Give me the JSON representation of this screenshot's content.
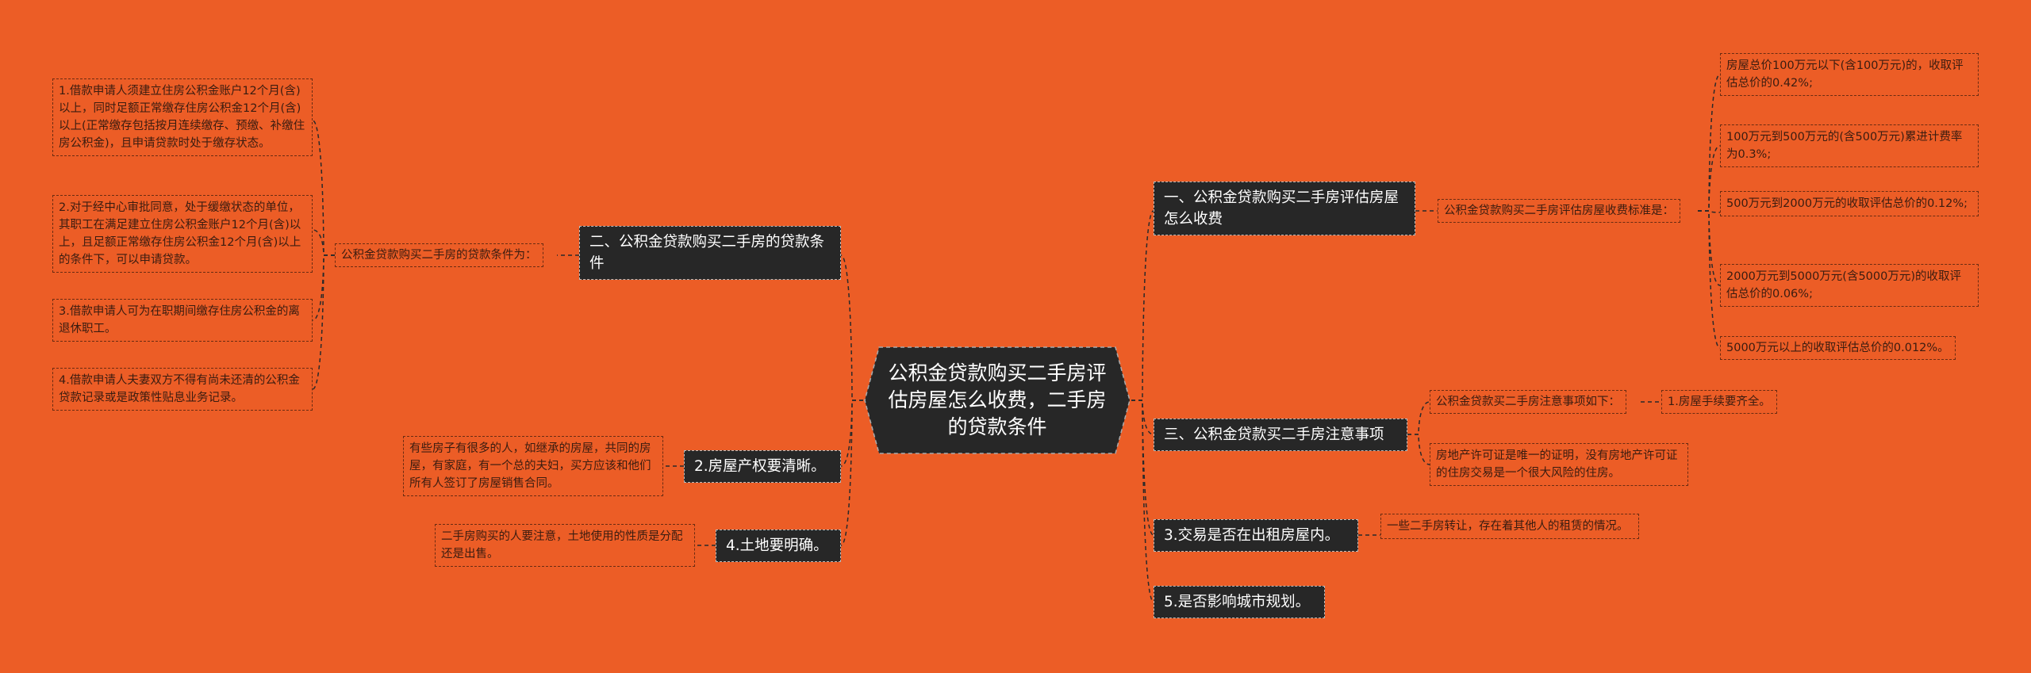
{
  "root": "公积金贷款购买二手房评估房屋怎么收费，二手房的贷款条件",
  "right": {
    "fee": {
      "title": "一、公积金贷款购买二手房评估房屋怎么收费",
      "standard_label": "公积金贷款购买二手房评估房屋收费标准是：",
      "items": [
        "房屋总价100万元以下(含100万元)的，收取评估总价的0.42%;",
        "100万元到500万元的(含500万元)累进计费率为0.3%;",
        "500万元到2000万元的收取评估总价的0.12%;",
        "2000万元到5000万元(含5000万元)的收取评估总价的0.06%;",
        "5000万元以上的收取评估总价的0.012%。"
      ]
    },
    "notice": {
      "title": "三、公积金贷款买二手房注意事项",
      "label": "公积金贷款买二手房注意事项如下：",
      "item1": "1.房屋手续要齐全。",
      "item2": "房地产许可证是唯一的证明，没有房地产许可证的住房交易是一个很大风险的住房。"
    },
    "rental": {
      "title": "3.交易是否在出租房屋内。",
      "detail": "一些二手房转让，存在着其他人的租赁的情况。"
    },
    "planning": {
      "title": "5.是否影响城市规划。"
    }
  },
  "left": {
    "conditions": {
      "title": "二、公积金贷款购买二手房的贷款条件",
      "label": "公积金贷款购买二手房的贷款条件为：",
      "items": [
        "1.借款申请人须建立住房公积金账户12个月(含)以上，同时足额正常缴存住房公积金12个月(含)以上(正常缴存包括按月连续缴存、预缴、补缴住房公积金)，且申请贷款时处于缴存状态。",
        "2.对于经中心审批同意，处于缓缴状态的单位，其职工在满足建立住房公积金账户12个月(含)以上，且足额正常缴存住房公积金12个月(含)以上的条件下，可以申请贷款。",
        "3.借款申请人可为在职期间缴存住房公积金的离退休职工。",
        "4.借款申请人夫妻双方不得有尚未还清的公积金贷款记录或是政策性贴息业务记录。"
      ]
    },
    "title_clear": {
      "title": "2.房屋产权要清晰。",
      "detail": "有些房子有很多的人，如继承的房屋，共同的房屋，有家庭，有一个总的夫妇，买方应该和他们所有人签订了房屋销售合同。"
    },
    "land": {
      "title": "4.土地要明确。",
      "detail": "二手房购买的人要注意，土地使用的性质是分配还是出售。"
    }
  }
}
